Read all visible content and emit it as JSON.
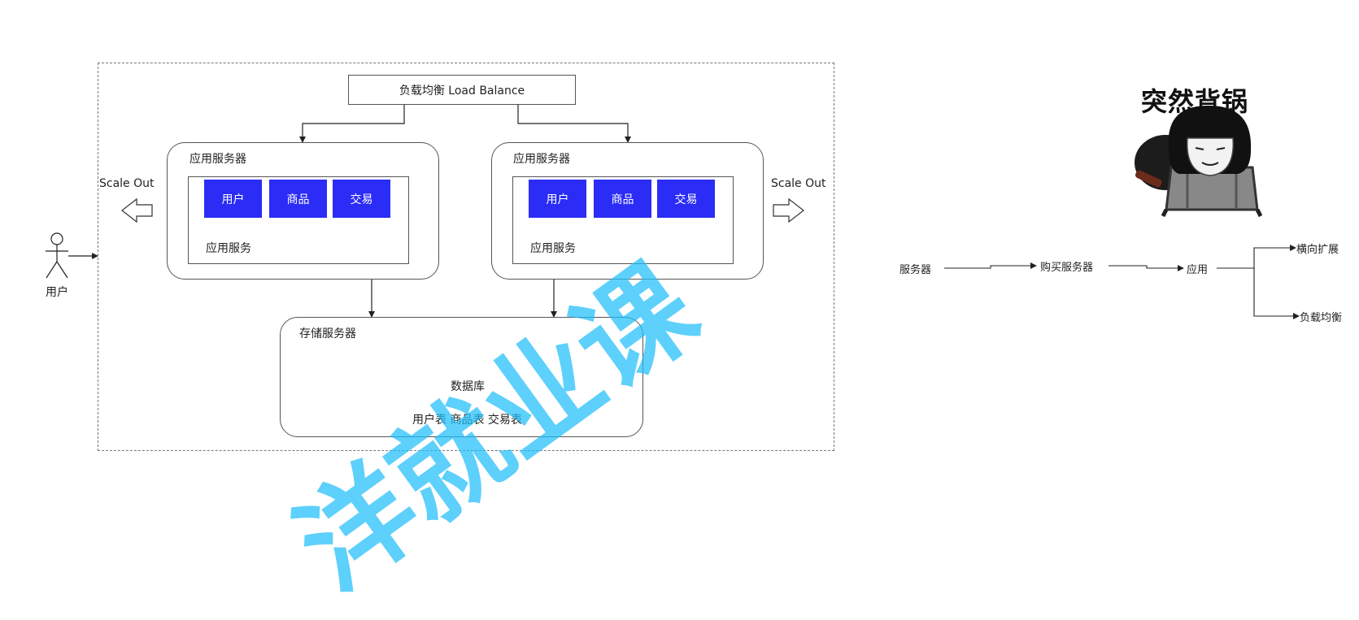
{
  "diagram": {
    "load_balancer": "负载均衡 Load Balance",
    "app_server_left": {
      "title": "应用服务器",
      "modules": [
        "用户",
        "商品",
        "交易"
      ],
      "service_label": "应用服务"
    },
    "app_server_right": {
      "title": "应用服务器",
      "modules": [
        "用户",
        "商品",
        "交易"
      ],
      "service_label": "应用服务"
    },
    "scale_out_left": "Scale Out",
    "scale_out_right": "Scale Out",
    "user_label": "用户",
    "storage": {
      "title": "存储服务器",
      "database": "数据库",
      "tables": "用户表 商品表 交易表"
    }
  },
  "meme": {
    "title": "突然背锅"
  },
  "flow": {
    "server": "服务器",
    "buy_server": "购买服务器",
    "app": "应用",
    "horizontal": "横向扩展",
    "load_balance": "负载均衡"
  },
  "watermark": "洋就业课",
  "colors": {
    "module_blue": "#2b2cf5",
    "watermark_cyan": "#1ebefa"
  }
}
